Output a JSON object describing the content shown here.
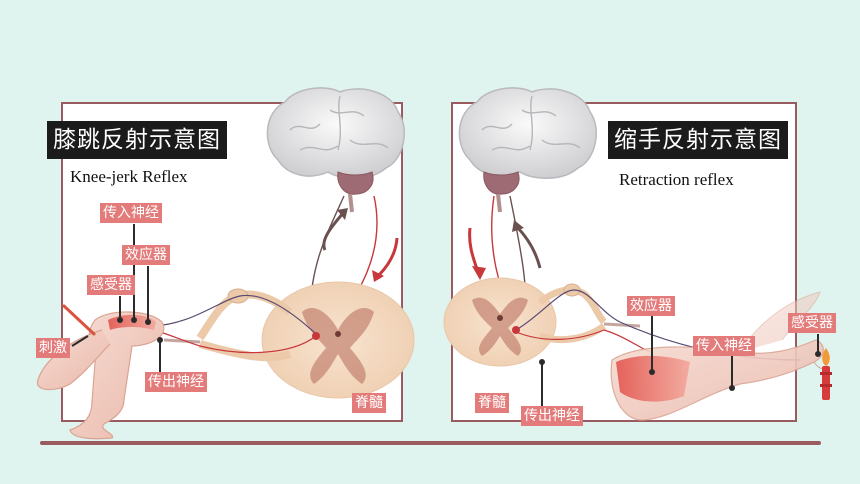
{
  "left_panel": {
    "title": "膝跳反射示意图",
    "subtitle": "Knee-jerk Reflex",
    "labels": {
      "afferent": "传入神经",
      "effector": "效应器",
      "receptor": "感受器",
      "stimulus": "刺激",
      "efferent": "传出神经",
      "spinal_cord": "脊髓"
    }
  },
  "right_panel": {
    "title": "缩手反射示意图",
    "subtitle": "Retraction reflex",
    "labels": {
      "effector": "效应器",
      "receptor": "感受器",
      "afferent": "传入神经",
      "spinal_cord": "脊髓",
      "efferent": "传出神经"
    }
  },
  "colors": {
    "background": "#dff3ef",
    "frame": "#9a5b60",
    "label_fill": "#e47b7b",
    "title_fill": "#1b1b1b",
    "ascending_arrow": "#6b5050",
    "descending_arrow": "#c8373a"
  }
}
